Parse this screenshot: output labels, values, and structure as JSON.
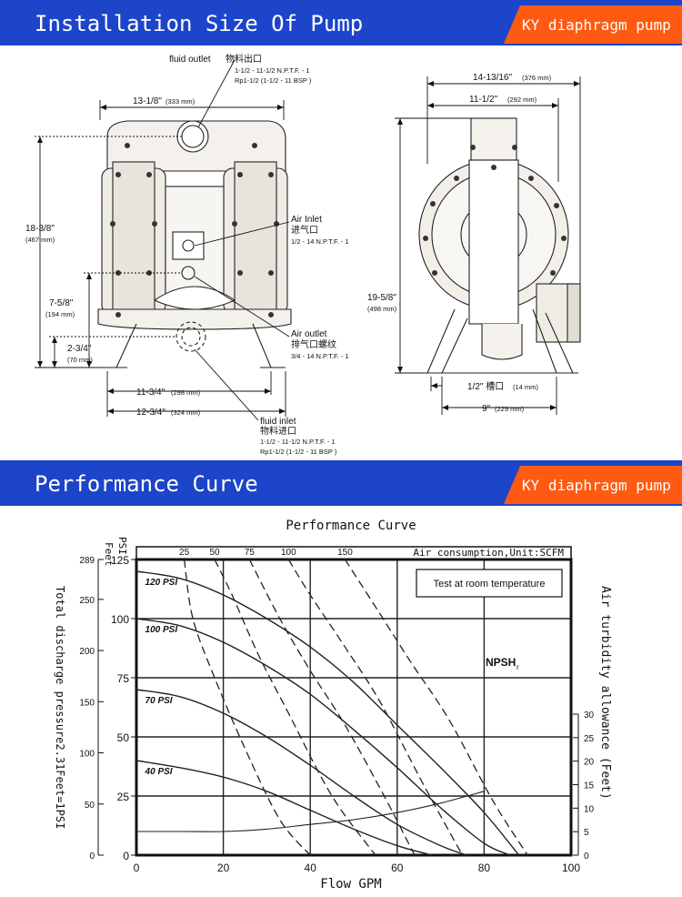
{
  "banners": {
    "install_title": "Installation Size Of Pump",
    "perf_title": "Performance Curve",
    "brand_tag": "KY diaphragm pump"
  },
  "left_view": {
    "fluid_outlet": {
      "label": "fluid outlet",
      "cn": "物料出口",
      "spec1": "1-1/2 - 11-1/2 N.P.T.F. - 1",
      "spec2": "Rp1-1/2 (1-1/2 - 11 BSP )"
    },
    "air_inlet": {
      "label": "Air Inlet",
      "cn": "进气口",
      "spec": "1/2 - 14 N.P.T.F. - 1"
    },
    "air_outlet": {
      "label": "Air outlet",
      "cn": "排气口螺纹",
      "spec": "3/4 - 14 N.P.T.F. - 1"
    },
    "fluid_inlet": {
      "label": "fluid inlet",
      "cn": "物料进口",
      "spec1": "1-1/2 - 11-1/2 N.P.T.F. - 1",
      "spec2": "Rp1-1/2 (1-1/2 - 11 BSP )"
    },
    "dims": {
      "width_top": "13-1/8\"",
      "width_top_mm": "(333 mm)",
      "height_total": "18-3/8\"",
      "height_total_mm": "(467 mm)",
      "height_mid": "7-5/8\"",
      "height_mid_mm": "(194 mm)",
      "height_low": "2-3/4\"",
      "height_low_mm": "(70 mm)",
      "base_inner": "11-3/4\"",
      "base_inner_mm": "(298 mm)",
      "base_outer": "12-3/4\"",
      "base_outer_mm": "(324 mm)"
    }
  },
  "right_view": {
    "dims": {
      "width_outer": "14-13/16\"",
      "width_outer_mm": "(376 mm)",
      "width_inner": "11-1/2\"",
      "width_inner_mm": "(292 mm)",
      "height": "19-5/8\"",
      "height_mm": "(498 mm)",
      "slot": "1/2\" 槽口",
      "slot_mm": "(14 mm)",
      "base": "9\"",
      "base_mm": "(229 mm)"
    }
  },
  "chart_data": {
    "type": "line",
    "title": "Performance Curve",
    "xlabel": "Flow GPM",
    "xlim": [
      0,
      100
    ],
    "x_ticks": [
      0,
      20,
      40,
      60,
      80,
      100
    ],
    "left_axis_feet": {
      "label": "Feet",
      "ticks": [
        0,
        50,
        100,
        150,
        200,
        250,
        289
      ]
    },
    "left_axis_psi": {
      "label": "PSI",
      "ticks": [
        0,
        25,
        50,
        75,
        100,
        125
      ]
    },
    "left_axis_caption": "Total discharge pressure2.31Feet=1PSI",
    "ylim_psi": [
      0,
      125
    ],
    "right_axis": {
      "label": "Air turbidity allowance (Feet)",
      "ticks": [
        0,
        5,
        10,
        15,
        20,
        25,
        30
      ]
    },
    "top_axis": {
      "label": "Air consumption,Unit:SCFM",
      "ticks": [
        25,
        50,
        75,
        100,
        150
      ]
    },
    "note": "Test at room temperature",
    "npsh_label": "NPSH",
    "npsh_subscript": "r",
    "series": [
      {
        "name": "120 PSI",
        "x": [
          0,
          10,
          20,
          30,
          40,
          50,
          60,
          70,
          80,
          88
        ],
        "y": [
          120,
          117,
          110,
          100,
          88,
          73,
          55,
          37,
          18,
          0
        ]
      },
      {
        "name": "100 PSI",
        "x": [
          0,
          10,
          20,
          30,
          40,
          50,
          60,
          70,
          80,
          86
        ],
        "y": [
          100,
          97,
          90,
          80,
          68,
          53,
          37,
          20,
          5,
          0
        ]
      },
      {
        "name": "70 PSI",
        "x": [
          0,
          10,
          20,
          30,
          40,
          50,
          60,
          70,
          76
        ],
        "y": [
          70,
          67,
          60,
          50,
          38,
          25,
          13,
          4,
          0
        ]
      },
      {
        "name": "40 PSI",
        "x": [
          0,
          10,
          20,
          30,
          40,
          50,
          60,
          68
        ],
        "y": [
          40,
          37,
          33,
          27,
          19,
          11,
          4,
          0
        ]
      },
      {
        "name": "NPSH",
        "x": [
          0,
          10,
          20,
          30,
          40,
          50,
          60,
          70,
          80
        ],
        "y": [
          10,
          10,
          10,
          11,
          13,
          15,
          18,
          22,
          27
        ]
      }
    ],
    "air_curves": [
      {
        "scfm": 25,
        "x": [
          11,
          13,
          18,
          25,
          33,
          40
        ],
        "y": [
          125,
          100,
          75,
          45,
          15,
          0
        ]
      },
      {
        "scfm": 50,
        "x": [
          18,
          22,
          28,
          35,
          45,
          55
        ],
        "y": [
          125,
          110,
          85,
          60,
          25,
          0
        ]
      },
      {
        "scfm": 75,
        "x": [
          26,
          33,
          40,
          48,
          57,
          64
        ],
        "y": [
          125,
          100,
          78,
          55,
          25,
          0
        ]
      },
      {
        "scfm": 100,
        "x": [
          35,
          40,
          48,
          56,
          66,
          75
        ],
        "y": [
          125,
          110,
          88,
          65,
          30,
          0
        ]
      },
      {
        "scfm": 150,
        "x": [
          48,
          55,
          63,
          72,
          82,
          90
        ],
        "y": [
          125,
          105,
          82,
          57,
          23,
          0
        ]
      }
    ]
  }
}
